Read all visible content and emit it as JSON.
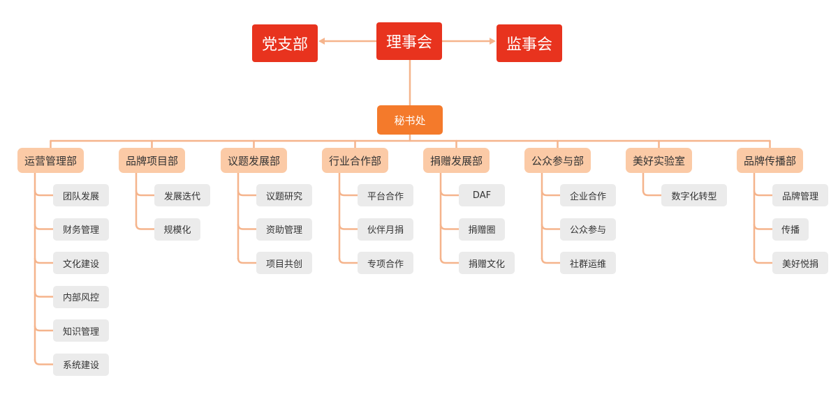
{
  "root": "理事会",
  "party": "党支部",
  "supervisors": "监事会",
  "secretariat": "秘书处",
  "departments": [
    {
      "name": "运营管理部",
      "children": [
        "团队发展",
        "财务管理",
        "文化建设",
        "内部风控",
        "知识管理",
        "系统建设"
      ]
    },
    {
      "name": "品牌项目部",
      "children": [
        "发展迭代",
        "规模化"
      ]
    },
    {
      "name": "议题发展部",
      "children": [
        "议题研究",
        "资助管理",
        "项目共创"
      ]
    },
    {
      "name": "行业合作部",
      "children": [
        "平台合作",
        "伙伴月捐",
        "专项合作"
      ]
    },
    {
      "name": "捐赠发展部",
      "children": [
        "DAF",
        "捐赠圈",
        "捐赠文化"
      ]
    },
    {
      "name": "公众参与部",
      "children": [
        "企业合作",
        "公众参与",
        "社群运维"
      ]
    },
    {
      "name": "美好实验室",
      "children": [
        "数字化转型"
      ]
    },
    {
      "name": "品牌传播部",
      "children": [
        "品牌管理",
        "传播",
        "美好悦捐"
      ]
    }
  ],
  "colors": {
    "top": "#e8331e",
    "secretariat": "#f47a2b",
    "department": "#fbcaa6",
    "sub": "#ebebeb",
    "connector": "#f5b48c"
  }
}
